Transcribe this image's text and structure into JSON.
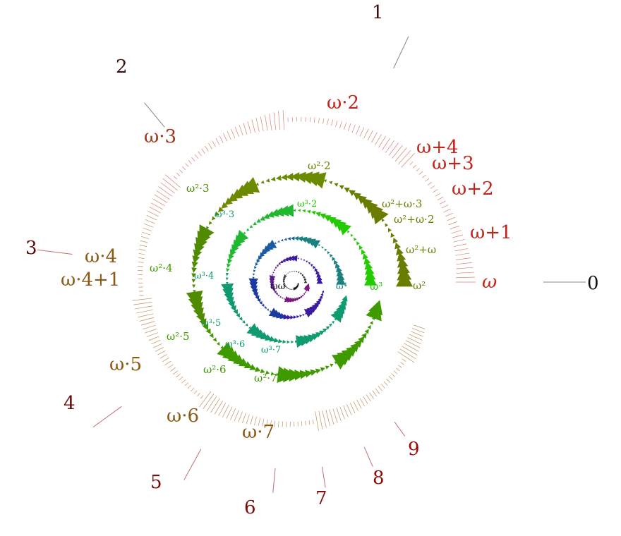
{
  "labels": {
    "zero": "0",
    "one": "1",
    "two": "2",
    "three": "3",
    "four": "4",
    "five": "5",
    "six": "6",
    "seven": "7",
    "eight": "8",
    "nine": "9",
    "omega": "ω",
    "omega_plus_1": "ω+1",
    "omega_plus_2": "ω+2",
    "omega_plus_3": "ω+3",
    "omega_plus_4": "ω+4",
    "omega_2": "ω·2",
    "omega_3": "ω·3",
    "omega_4": "ω·4",
    "omega_4_plus_1": "ω·4+1",
    "omega_5": "ω·5",
    "omega_6": "ω·6",
    "omega_7": "ω·7",
    "omega_sq": "ω²",
    "omega_sq_plus_omega": "ω²+ω",
    "omega_sq_plus_omega_2": "ω²+ω·2",
    "omega_sq_plus_omega_3": "ω²+ω·3",
    "omega_sq_2": "ω²·2",
    "omega_sq_3": "ω²·3",
    "omega_sq_4": "ω²·4",
    "omega_sq_5": "ω²·5",
    "omega_sq_6": "ω²·6",
    "omega_sq_7": "ω²·7",
    "omega_cube": "ω³",
    "omega_cube_2": "ω³·2",
    "omega_cube_3": "ω³·3",
    "omega_cube_4": "ω³·4",
    "omega_cube_5": "ω³·5",
    "omega_cube_6": "ω³·6",
    "omega_cube_7": "ω³·7",
    "omega_4th": "ω⁴",
    "omega_omega": "ωω"
  },
  "colors": {
    "finite": "#6b0000",
    "omega_level": "#c0241a",
    "omega_mult": "#8a5a12",
    "omega_sq": "#6b7d00",
    "omega_sq_mult": "#3f9a00",
    "omega_cube": "#22cc00",
    "omega_cube_mult": "#109a70",
    "omega_4th": "#1a8080",
    "inner_blue": "#1a3aa0",
    "inner_violet": "#5a1a90",
    "black": "#111111"
  }
}
